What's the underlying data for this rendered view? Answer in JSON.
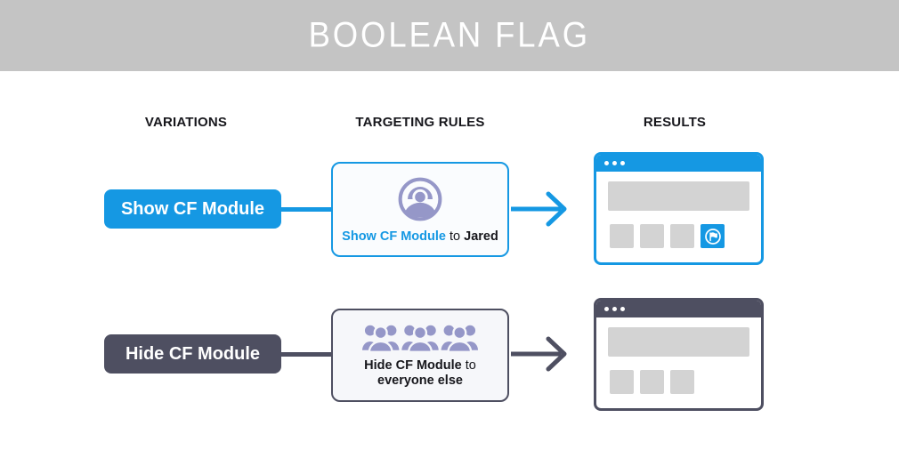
{
  "header": {
    "title": "BOOLEAN FLAG"
  },
  "columns": {
    "variations": "VARIATIONS",
    "targeting": "TARGETING RULES",
    "results": "RESULTS"
  },
  "colors": {
    "accent_blue": "#1598e3",
    "accent_dark": "#4e4f61",
    "icon_purple": "#9597c8",
    "banner_gray": "#c4c4c4",
    "placeholder_gray": "#d3d3d3"
  },
  "rows": [
    {
      "variation_label": "Show CF Module",
      "rule": {
        "action": "Show CF Module",
        "connector": "to",
        "audience": "Jared"
      },
      "rule_icon": "single-user-avatar-icon",
      "result": {
        "window_style": "blue",
        "placeholder_squares": 3,
        "has_flag_module": true
      }
    },
    {
      "variation_label": "Hide CF Module",
      "rule": {
        "action": "Hide CF Module",
        "connector": "to",
        "audience": "everyone else"
      },
      "rule_icon": "crowd-icon",
      "result": {
        "window_style": "dark",
        "placeholder_squares": 3,
        "has_flag_module": false
      }
    }
  ]
}
